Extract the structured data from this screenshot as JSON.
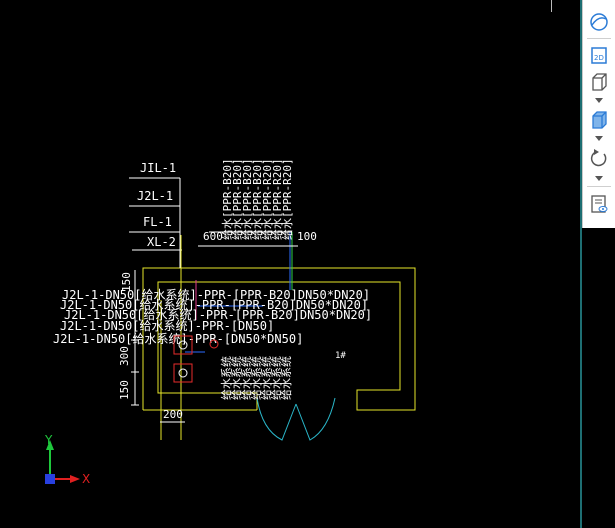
{
  "pipe_labels": [
    "JIL-1",
    "J2L-1",
    "FL-1",
    "XL-2"
  ],
  "dims": {
    "top_600": "600",
    "top_100": "100",
    "left_150": "150",
    "left_300": "300",
    "left_150b": "150",
    "bottom_200": "200"
  },
  "vertical_labels": [
    "给水[PPR-B20]",
    "给水[PPR-B20]",
    "给水[PPR-B20]",
    "给水[PPR-B20]",
    "给水[PPR-R20]",
    "给水[PPR-R20]",
    "给水[PPR-R20]",
    "给水[PPR-R20]"
  ],
  "lower_vertical_labels": [
    "给水系统",
    "给水系统",
    "给水系统",
    "给水系统",
    "给水系统",
    "给水系统",
    "给水系统"
  ],
  "overlap_lines": [
    "J2L-1-DN50[给水系统]-PPR-[PPR-B20]DN50*DN20]",
    "J2L-1-DN50[给水系统]-PPR-[PPR-B20]DN50*DN20]",
    "J2L-1-DN50[给水系统]-PPR-[PPR-B20]DN50*DN20]"
  ],
  "main_lines": [
    "J2L-1-DN50[给水系统]-PPR-[DN50]",
    "J2L-1-DN50[给水系统]-PPR-[DN50*DN50]"
  ],
  "room_tag": "1#",
  "axis": {
    "y": "Y",
    "x": "X"
  },
  "toolbar": [
    {
      "name": "perspective-sphere-icon"
    },
    {
      "name": "view-2d-icon",
      "label": "2D"
    },
    {
      "name": "view-3d-box-icon"
    },
    {
      "name": "view-3d-solid-box-icon"
    },
    {
      "name": "rotate-orbit-icon"
    },
    {
      "name": "properties-panel-icon"
    }
  ],
  "colors": {
    "background": "#000000",
    "room_outline": "#e6e62a",
    "leader": "#ffffff",
    "pipe_blue": "#2b6bff",
    "pipe_green": "#2fd14a",
    "pipe_magenta": "#e03a8c",
    "fixture_red": "#e82b2b",
    "door_cyan": "#2ab6c9",
    "axis_green": "#1ec83c",
    "axis_red": "#e02020",
    "axis_blue": "#2840e0",
    "toolbar_blue": "#2b7bd6"
  }
}
